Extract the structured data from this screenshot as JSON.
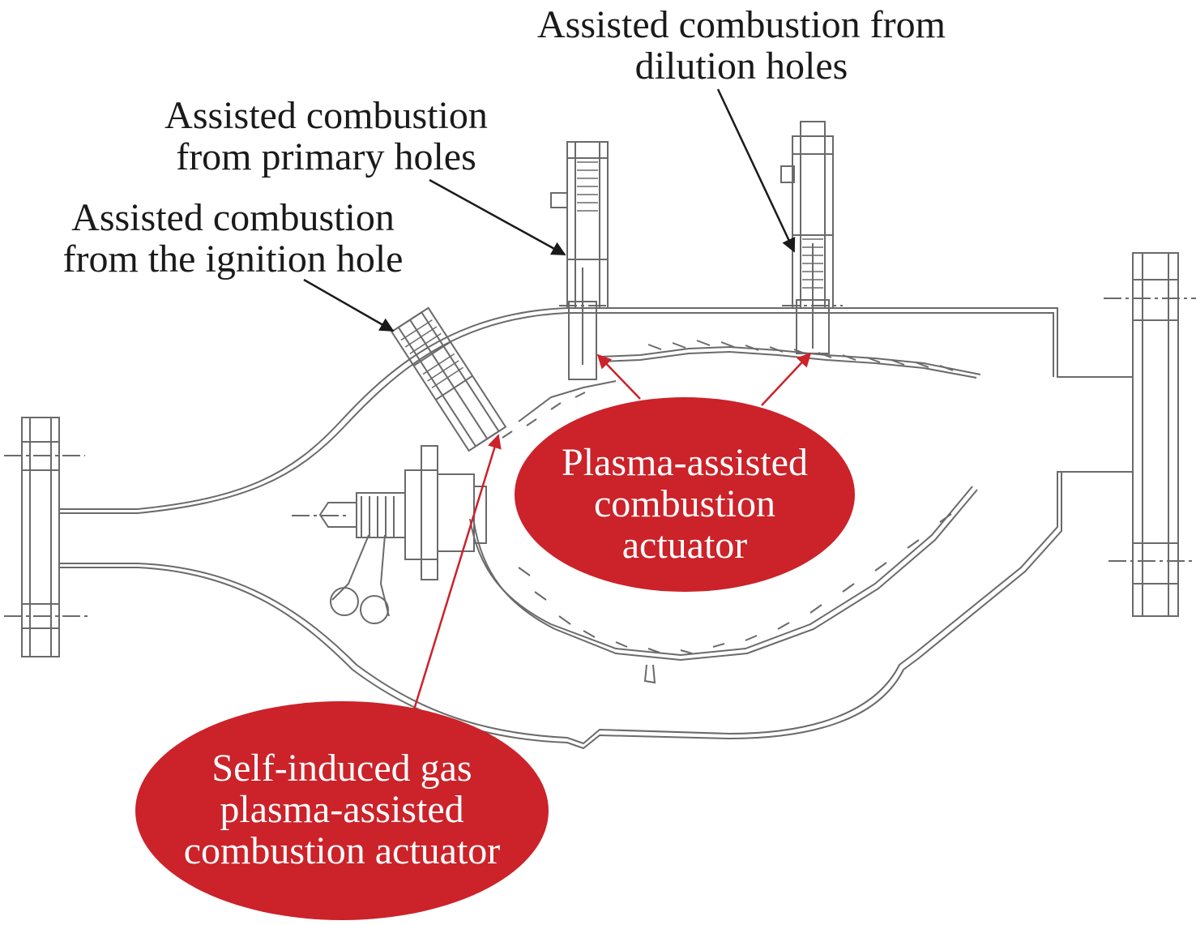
{
  "labels": {
    "dilution": [
      "Assisted combustion from",
      "dilution holes"
    ],
    "primary": [
      "Assisted combustion",
      "from primary holes"
    ],
    "ignition": [
      "Assisted combustion",
      "from the ignition hole"
    ],
    "plasma_actuator": [
      "Plasma-assisted",
      "combustion",
      "actuator"
    ],
    "self_induced": [
      "Self-induced gas",
      "plasma-assisted",
      "combustion actuator"
    ]
  },
  "colors": {
    "callout_fill": "#cc2229",
    "callout_text": "#ffffff",
    "pointer_black": "#1a1a1a",
    "pointer_red": "#cc2229",
    "drawing_line": "#6a6a6a"
  }
}
